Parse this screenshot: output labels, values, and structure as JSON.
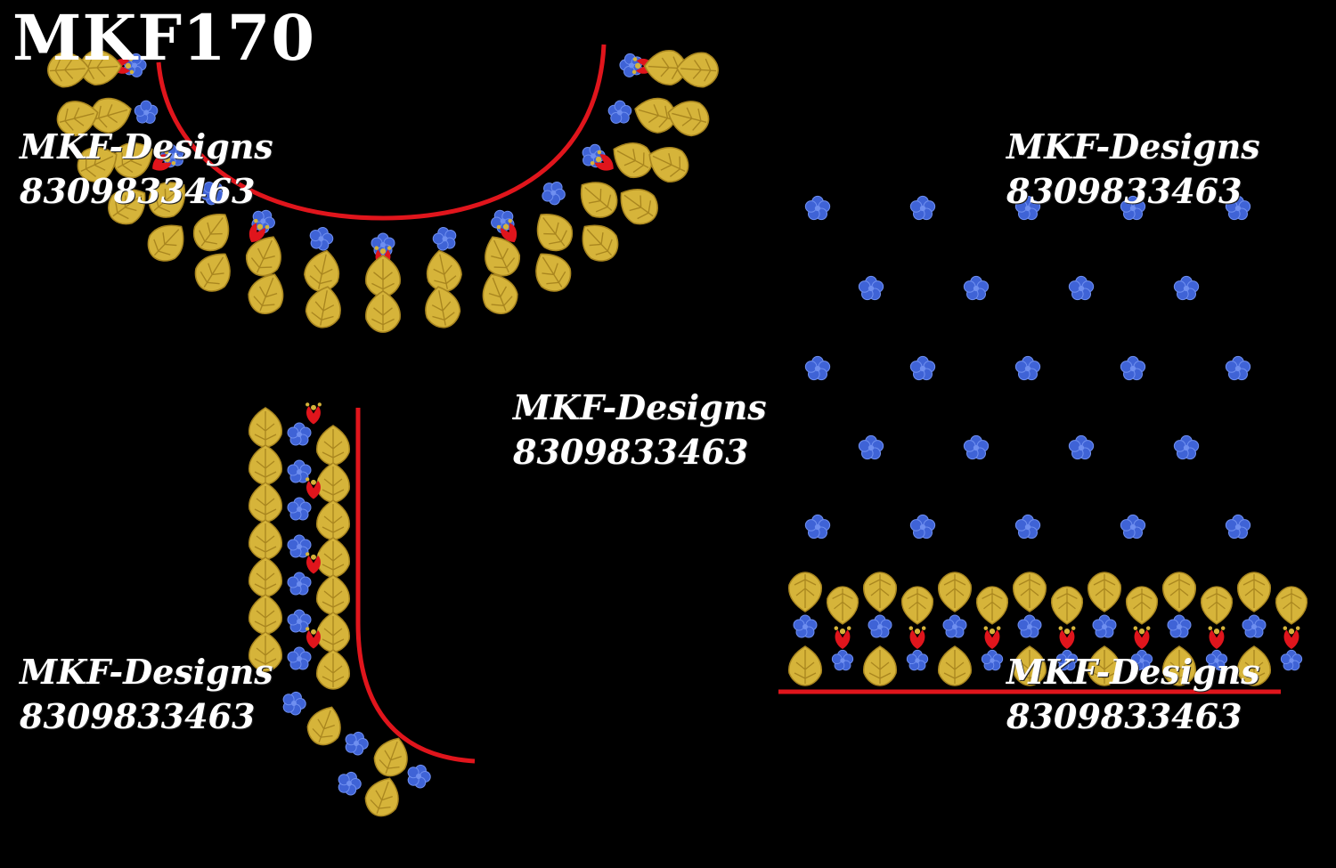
{
  "design_code": "MKF170",
  "watermarks": [
    {
      "brand": "MKF-Designs",
      "phone": "8309833463"
    },
    {
      "brand": "MKF-Designs",
      "phone": "8309833463"
    },
    {
      "brand": "MKF-Designs",
      "phone": "8309833463"
    },
    {
      "brand": "MKF-Designs",
      "phone": "8309833463"
    },
    {
      "brand": "MKF-Designs",
      "phone": "8309833463"
    }
  ],
  "colors": {
    "background": "#000000",
    "outline_red": "#e0151c",
    "motif_gold": "#d6b43a",
    "motif_gold_dark": "#a9861f",
    "dot_blue": "#3f63d6",
    "dot_blue_light": "#6f8ff0",
    "text": "#ffffff"
  },
  "panels": [
    {
      "name": "front-neck",
      "motif": "leaf-flower"
    },
    {
      "name": "back-neck-half",
      "motif": "leaf-flower"
    },
    {
      "name": "sleeve-buti",
      "motif": "blue-buti"
    },
    {
      "name": "sleeve-border",
      "motif": "leaf-flower"
    }
  ]
}
